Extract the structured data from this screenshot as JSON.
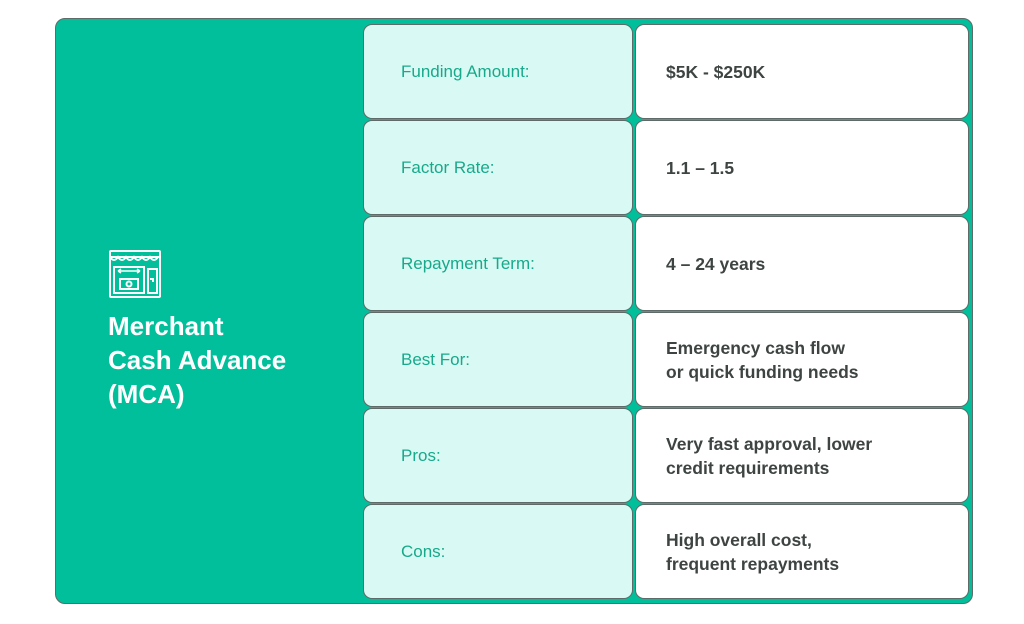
{
  "header": {
    "icon": "storefront-cash-icon",
    "title_lines": [
      "Merchant",
      "Cash Advance",
      "(MCA)"
    ]
  },
  "rows": [
    {
      "label": "Funding Amount:",
      "value": "$5K - $250K"
    },
    {
      "label": "Factor Rate:",
      "value": "1.1 – 1.5"
    },
    {
      "label": "Repayment Term:",
      "value": "4 – 24 years"
    },
    {
      "label": "Best For:",
      "value": "Emergency cash flow\nor quick funding needs"
    },
    {
      "label": "Pros:",
      "value": "Very fast approval, lower\ncredit requirements"
    },
    {
      "label": "Cons:",
      "value": "High overall cost,\nfrequent repayments"
    }
  ],
  "colors": {
    "card_bg": "#00bf9a",
    "label_bg": "#d9faf4",
    "label_text": "#17a98a",
    "value_bg": "#ffffff",
    "value_text": "#3d4442",
    "border": "#5f6b68"
  }
}
